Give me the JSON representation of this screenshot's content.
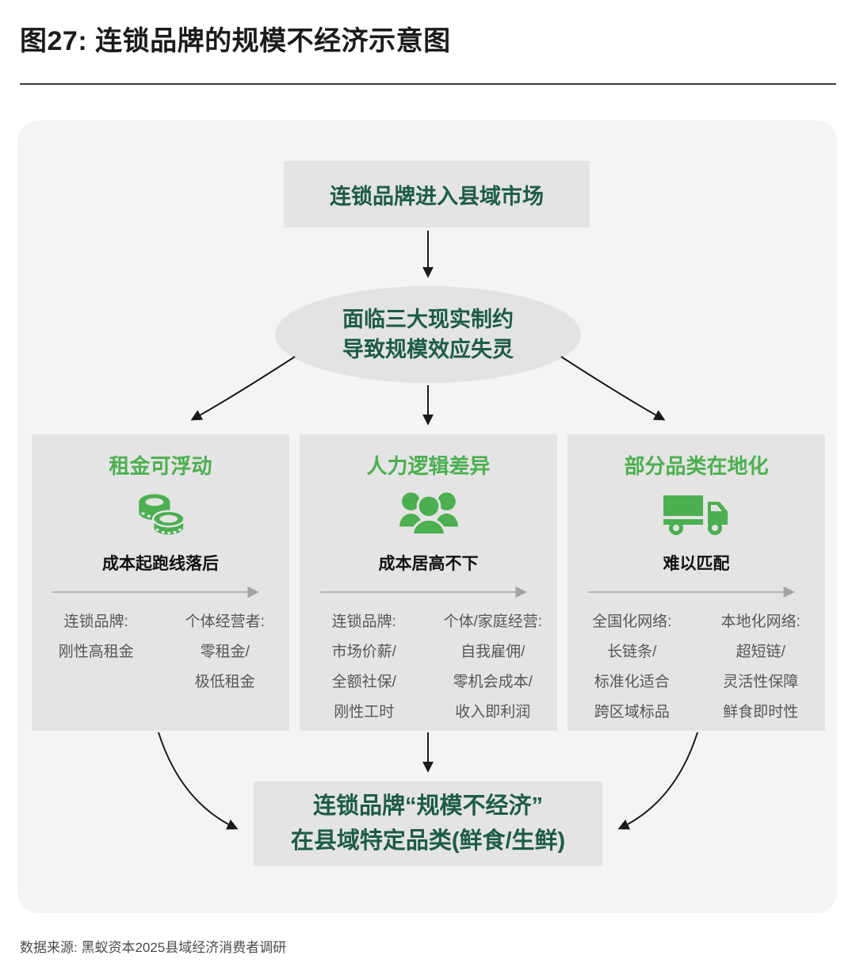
{
  "header": {
    "title": "图27: 连锁品牌的规模不经济示意图"
  },
  "flow": {
    "top_box": "连锁品牌进入县域市场",
    "ellipse": {
      "line1": "面临三大现实制约",
      "line2": "导致规模效应失灵"
    },
    "columns": [
      {
        "title": "租金可浮动",
        "icon": "coins-icon",
        "subtitle": "成本起跑线落后",
        "left": [
          "连锁品牌:",
          "刚性高租金"
        ],
        "right": [
          "个体经营者:",
          "零租金/",
          "极低租金"
        ]
      },
      {
        "title": "人力逻辑差异",
        "icon": "people-icon",
        "subtitle": "成本居高不下",
        "left": [
          "连锁品牌:",
          "市场价薪/",
          "全额社保/",
          "刚性工时"
        ],
        "right": [
          "个体/家庭经营:",
          "自我雇佣/",
          "零机会成本/",
          "收入即利润"
        ]
      },
      {
        "title": "部分品类在地化",
        "icon": "truck-icon",
        "subtitle": "难以匹配",
        "left": [
          "全国化网络:",
          "长链条/",
          "标准化适合",
          "跨区域标品"
        ],
        "right": [
          "本地化网络:",
          "超短链/",
          "灵活性保障",
          "鲜食即时性"
        ]
      }
    ],
    "bottom": {
      "line1": "连锁品牌“规模不经济”",
      "line2": "在县域特定品类(鲜食/生鲜)"
    }
  },
  "footer": {
    "source": "数据来源: 黑蚁资本2025县域经济消费者调研"
  },
  "colors": {
    "accent_green": "#4caf50",
    "dark_green": "#1d5c44",
    "panel_bg": "#f4f4f4",
    "node_bg": "#e4e4e4",
    "body_text": "#55575a",
    "flow_arrow": "#1a1a1a",
    "range_arrow": "#a3a3a3"
  }
}
